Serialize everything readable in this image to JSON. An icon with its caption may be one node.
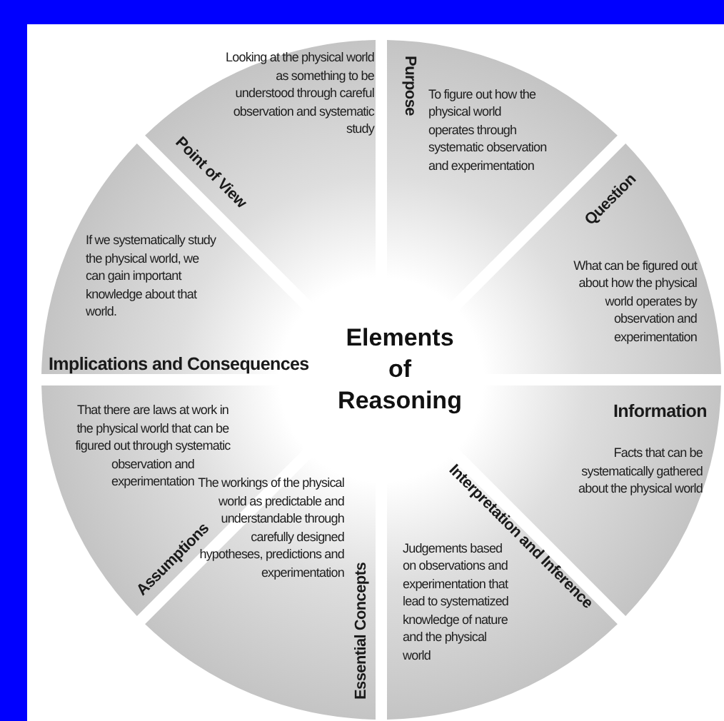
{
  "diagram": {
    "title": "Elements of Reasoning",
    "nodes": [
      {
        "text": [
          "Point of View",
          "Looking at the physical world as something to be understood through careful observation and systematic study"
        ]
      },
      {
        "text": [
          "Purpose",
          "To figure out how the physical world operates through systematic observation and experimentation"
        ]
      },
      {
        "text": [
          "Question",
          "What can be figured out about how the physical world operates by observation and experimentation"
        ]
      },
      {
        "text": [
          "Information",
          "Facts that can be systematically gathered about the physical world"
        ]
      },
      {
        "text": [
          "Interpretation and Inference",
          "Judgements based on observations and experimentation that lead to systematized knowledge of nature and the physical world"
        ]
      },
      {
        "text": [
          "Essential Concepts",
          "The workings of the physical world as predictable and understandable through carefully designed hypotheses, predictions and experimentation"
        ]
      },
      {
        "text": [
          "That there are laws at work in the physical world that can be figured out through systematic observation and experimentation",
          "Assumptions"
        ]
      },
      {
        "text": [
          "If we systematically study the physical world, we can gain important knowledge about that world.",
          "Implications and Consequences"
        ]
      }
    ],
    "edges": []
  }
}
